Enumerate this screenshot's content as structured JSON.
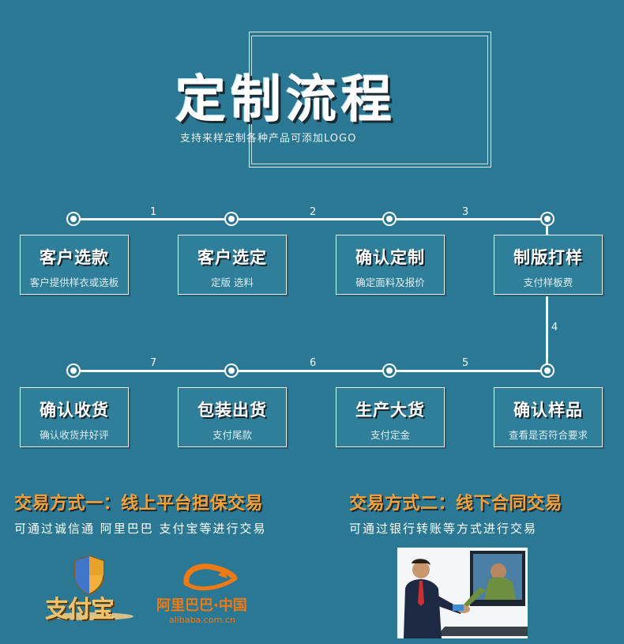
{
  "header": {
    "title": "定制流程",
    "subtitle": "支持来样定制各种产品可添加LOGO"
  },
  "steps": [
    {
      "num": "1",
      "title": "客户选款",
      "sub": "客户提供样衣或选板"
    },
    {
      "num": "2",
      "title": "客户选定",
      "sub": "定版  选料"
    },
    {
      "num": "3",
      "title": "确认定制",
      "sub": "确定面料及报价"
    },
    {
      "num": "4",
      "title": "制版打样",
      "sub": "支付样板费"
    },
    {
      "num": "5",
      "title": "确认样品",
      "sub": "查看是否符合要求"
    },
    {
      "num": "6",
      "title": "生产大货",
      "sub": "支付定金"
    },
    {
      "num": "7",
      "title": "包装出货",
      "sub": "支付尾款"
    },
    {
      "num": "",
      "title": "确认收货",
      "sub": "确认收货并好评"
    }
  ],
  "trade": {
    "one_title": "交易方式一：线上平台担保交易",
    "one_sub": "可通过诚信通 阿里巴巴 支付宝等进行交易",
    "two_title": "交易方式二：线下合同交易",
    "two_sub": "可通过银行转账等方式进行交易"
  },
  "logos": {
    "alipay": "支付宝",
    "alibaba": "阿里巴巴·中国",
    "alibaba_url": "alibaba.com.cn"
  },
  "colors": {
    "background": "#2a7893",
    "accent": "#f5a13a",
    "alibaba": "#ef7a14"
  }
}
